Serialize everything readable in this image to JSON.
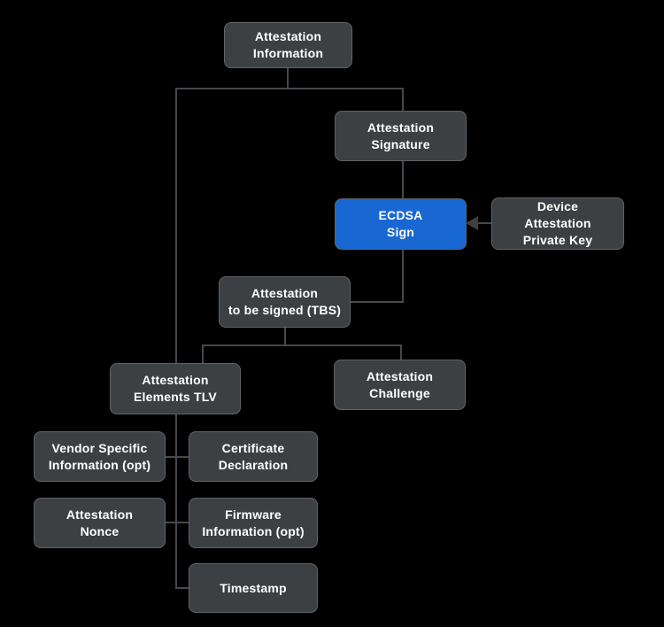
{
  "colors": {
    "background": "#000000",
    "node_fill": "#3c4043",
    "node_border": "#5f6368",
    "node_text": "#ffffff",
    "accent_fill": "#1967d2",
    "accent_border": "#5f6368",
    "connector": "#45484c",
    "arrowhead": "#3c4043"
  },
  "diagram": {
    "nodes": [
      {
        "id": "attestation-information",
        "label": "Attestation\nInformation",
        "accent": false
      },
      {
        "id": "attestation-signature",
        "label": "Attestation\nSignature",
        "accent": false
      },
      {
        "id": "ecdsa-sign",
        "label": "ECDSA\nSign",
        "accent": true
      },
      {
        "id": "device-attestation-private-key",
        "label": "Device\nAttestation\nPrivate Key",
        "accent": false
      },
      {
        "id": "attestation-tbs",
        "label": "Attestation\nto be signed (TBS)",
        "accent": false
      },
      {
        "id": "attestation-elements-tlv",
        "label": "Attestation\nElements TLV",
        "accent": false
      },
      {
        "id": "attestation-challenge",
        "label": "Attestation\nChallenge",
        "accent": false
      },
      {
        "id": "vendor-specific-information",
        "label": "Vendor Specific\nInformation (opt)",
        "accent": false
      },
      {
        "id": "certificate-declaration",
        "label": "Certificate\nDeclaration",
        "accent": false
      },
      {
        "id": "attestation-nonce",
        "label": "Attestation\nNonce",
        "accent": false
      },
      {
        "id": "firmware-information",
        "label": "Firmware\nInformation (opt)",
        "accent": false
      },
      {
        "id": "timestamp",
        "label": "Timestamp",
        "accent": false
      }
    ],
    "edges": [
      {
        "from": "Attestation Information",
        "to": "Attestation Signature",
        "arrow": false
      },
      {
        "from": "Attestation Information",
        "to": "Attestation Elements TLV",
        "arrow": false
      },
      {
        "from": "Attestation Signature",
        "to": "ECDSA Sign",
        "arrow": false
      },
      {
        "from": "Device Attestation Private Key",
        "to": "ECDSA Sign",
        "arrow": true
      },
      {
        "from": "ECDSA Sign",
        "to": "Attestation to be signed (TBS)",
        "arrow": false
      },
      {
        "from": "Attestation to be signed (TBS)",
        "to": "Attestation Elements TLV",
        "arrow": false
      },
      {
        "from": "Attestation to be signed (TBS)",
        "to": "Attestation Challenge",
        "arrow": false
      },
      {
        "from": "Attestation Elements TLV",
        "to": "Vendor Specific Information (opt)",
        "arrow": false
      },
      {
        "from": "Attestation Elements TLV",
        "to": "Certificate Declaration",
        "arrow": false
      },
      {
        "from": "Attestation Elements TLV",
        "to": "Attestation Nonce",
        "arrow": false
      },
      {
        "from": "Attestation Elements TLV",
        "to": "Firmware Information (opt)",
        "arrow": false
      },
      {
        "from": "Attestation Elements TLV",
        "to": "Timestamp",
        "arrow": false
      }
    ]
  }
}
